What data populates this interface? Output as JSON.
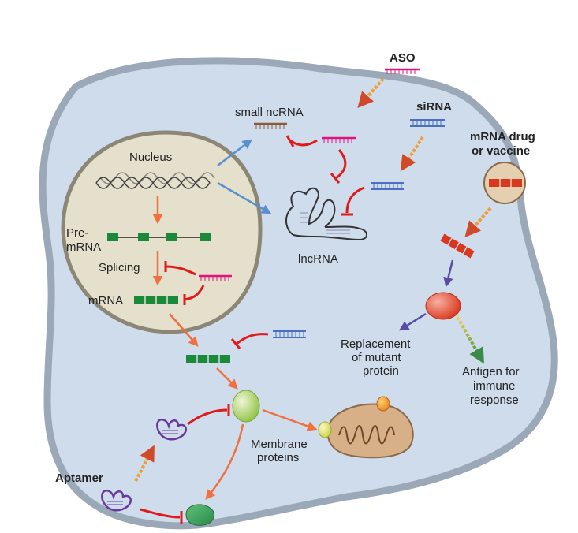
{
  "labels": {
    "aso": "ASO",
    "sirna": "siRNA",
    "small_ncrna": "small ncRNA",
    "mrna_drug_line1": "mRNA drug",
    "mrna_drug_line2": "or vaccine",
    "nucleus": "Nucleus",
    "pre_mrna_line1": "Pre-",
    "pre_mrna_line2": "mRNA",
    "splicing": "Splicing",
    "mrna": "mRNA",
    "lncrna": "lncRNA",
    "replacement_line1": "Replacement",
    "replacement_line2": "of mutant",
    "replacement_line3": "protein",
    "antigen_line1": "Antigen for",
    "antigen_line2": "immune",
    "antigen_line3": "response",
    "membrane_line1": "Membrane",
    "membrane_line2": "proteins",
    "aptamer": "Aptamer"
  },
  "colors": {
    "cell_fill": "#cfdcec",
    "cell_stroke": "#9aa8b8",
    "nucleus_fill": "#e4e0cc",
    "nucleus_stroke": "#8c8676",
    "aso_pink": "#e0147f",
    "sirna_blue": "#4a6fc0",
    "ncrna_brown": "#8b5a3c",
    "mrna_green": "#1a8a3a",
    "mrna_drug_red": "#d9381e",
    "inhibit_red": "#e01a1a",
    "arrow_orange": "#f07040",
    "arrow_blue": "#5a8fd0",
    "arrow_purple": "#5a4aa8",
    "arrow_green": "#3a8a4a",
    "aptamer_purple": "#6a3a9a"
  }
}
